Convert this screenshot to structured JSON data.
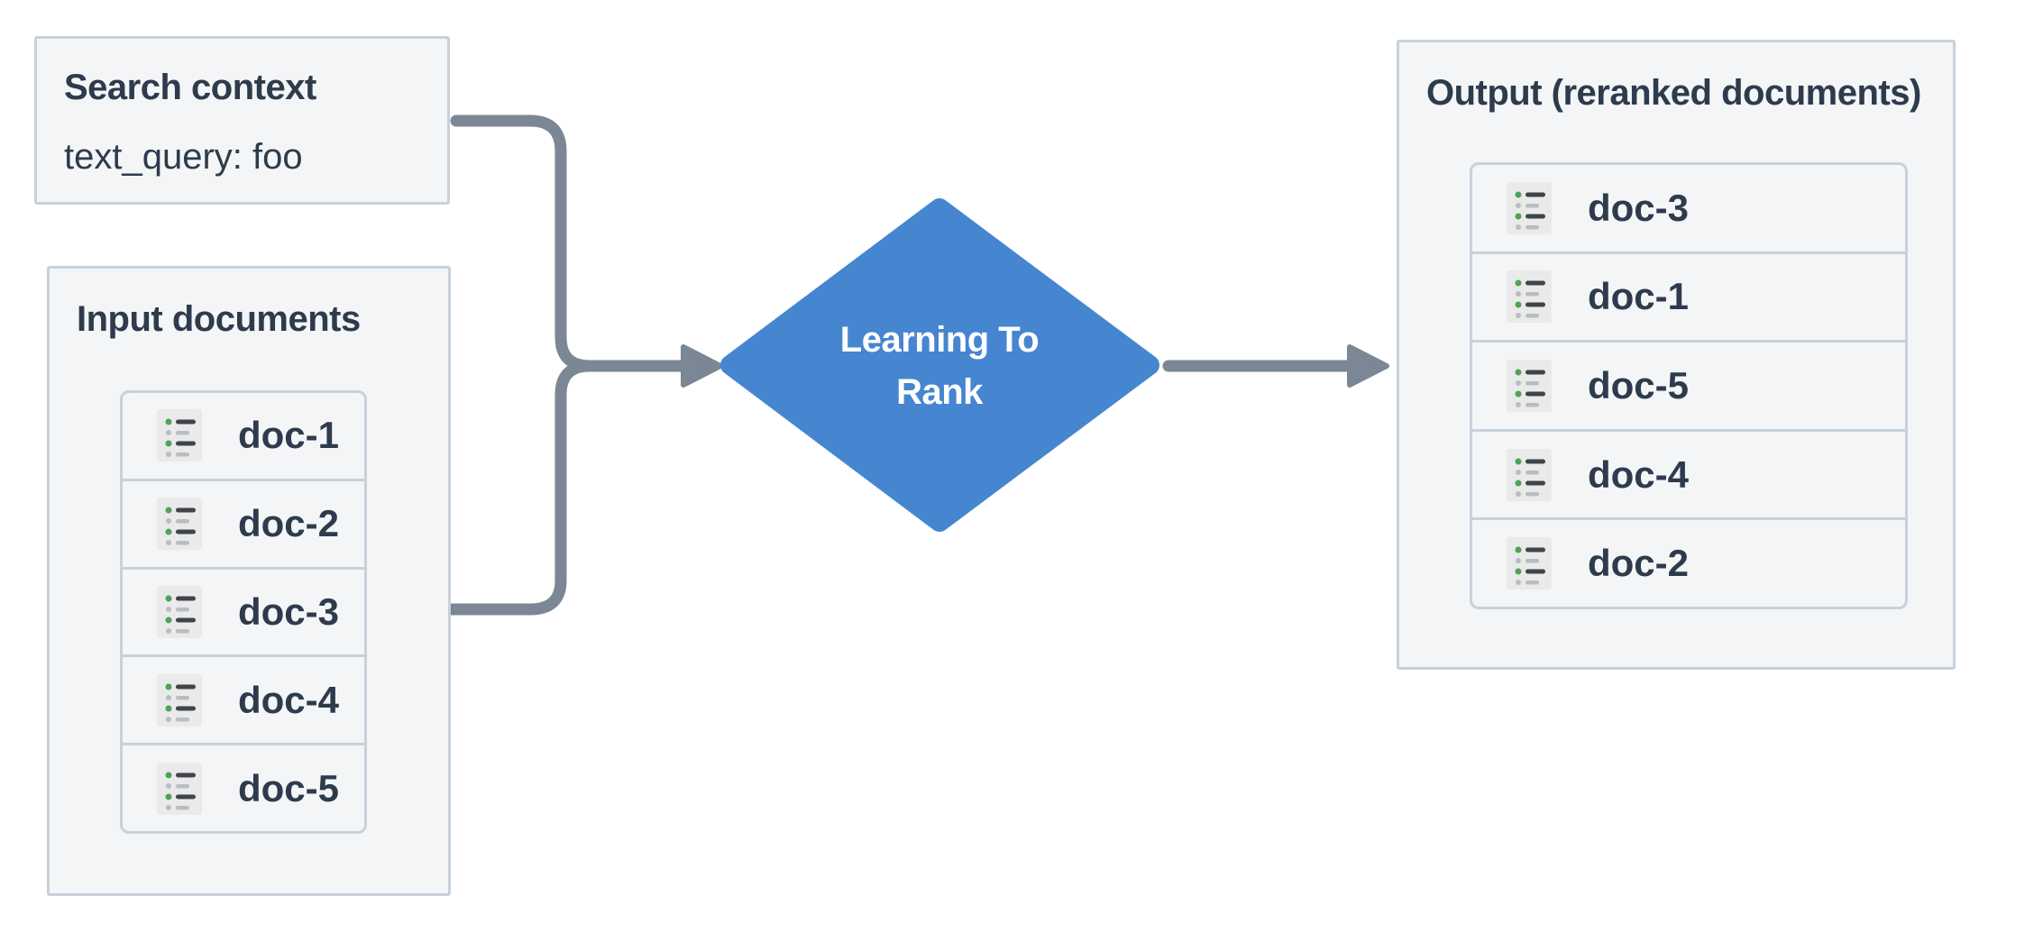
{
  "search_context": {
    "title": "Search context",
    "query": "text_query: foo"
  },
  "input_panel": {
    "title": "Input documents",
    "docs": [
      "doc-1",
      "doc-2",
      "doc-3",
      "doc-4",
      "doc-5"
    ]
  },
  "process": {
    "label_line1": "Learning To",
    "label_line2": "Rank"
  },
  "output_panel": {
    "title": "Output (reranked documents)",
    "docs": [
      "doc-3",
      "doc-1",
      "doc-5",
      "doc-4",
      "doc-2"
    ]
  },
  "icons": {
    "doc_row_icon": "document-list-icon"
  },
  "palette": {
    "panel_bg": "#f3f5f7",
    "panel_border": "#c7d1db",
    "text_dark": "#2e3b4c",
    "arrow_gray": "#7b8795",
    "diamond_blue": "#4685d0",
    "diamond_text": "#ffffff",
    "icon_bg": "#eaeaea",
    "icon_green": "#4ea354",
    "icon_dark_bar": "#3f444a",
    "icon_gray": "#b9bdc1"
  }
}
